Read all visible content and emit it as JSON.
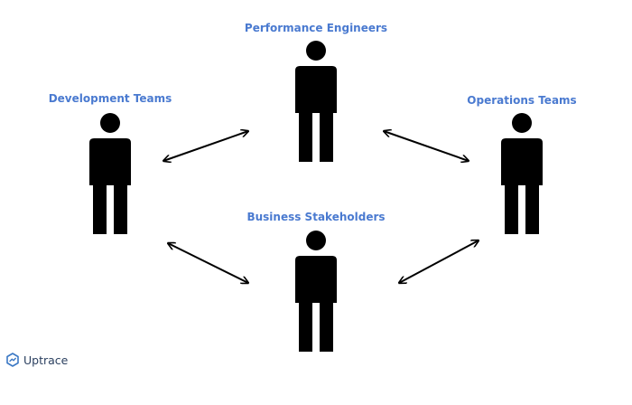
{
  "roles": {
    "performance": "Performance Engineers",
    "development": "Development Teams",
    "operations": "Operations Teams",
    "business": "Business Stakeholders"
  },
  "brand": {
    "name": "Uptrace",
    "logo_icon": "uptrace-logo-icon"
  },
  "colors": {
    "label": "#4a7ad0",
    "figure": "#000000",
    "brand_text": "#2a3f5f",
    "brand_icon": "#3b78c4"
  }
}
